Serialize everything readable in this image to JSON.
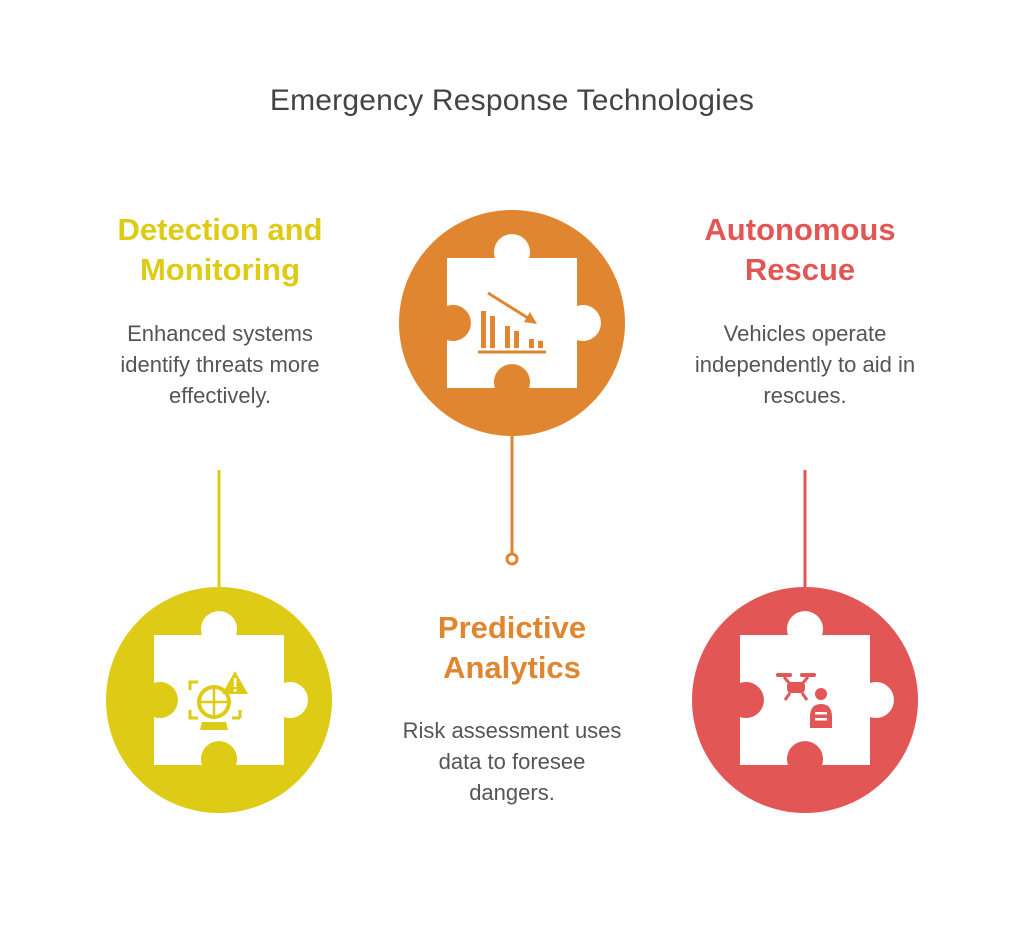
{
  "title": "Emergency Response Technologies",
  "colors": {
    "detection": "#DECB16",
    "predictive": "#E08530",
    "autonomous": "#E35656"
  },
  "items": [
    {
      "key": "detection",
      "heading_line1": "Detection and",
      "heading_line2": "Monitoring",
      "desc_line1": "Enhanced systems",
      "desc_line2": "identify threats more",
      "desc_line3": "effectively.",
      "icon": "radar-alert-icon"
    },
    {
      "key": "predictive",
      "heading_line1": "Predictive",
      "heading_line2": "Analytics",
      "desc_line1": "Risk assessment uses",
      "desc_line2": "data to foresee",
      "desc_line3": "dangers.",
      "icon": "declining-bar-chart-icon"
    },
    {
      "key": "autonomous",
      "heading_line1": "Autonomous",
      "heading_line2": "Rescue",
      "desc_line1": "Vehicles operate",
      "desc_line2": "independently to aid in",
      "desc_line3": "rescues.",
      "icon": "drone-rescue-icon"
    }
  ]
}
